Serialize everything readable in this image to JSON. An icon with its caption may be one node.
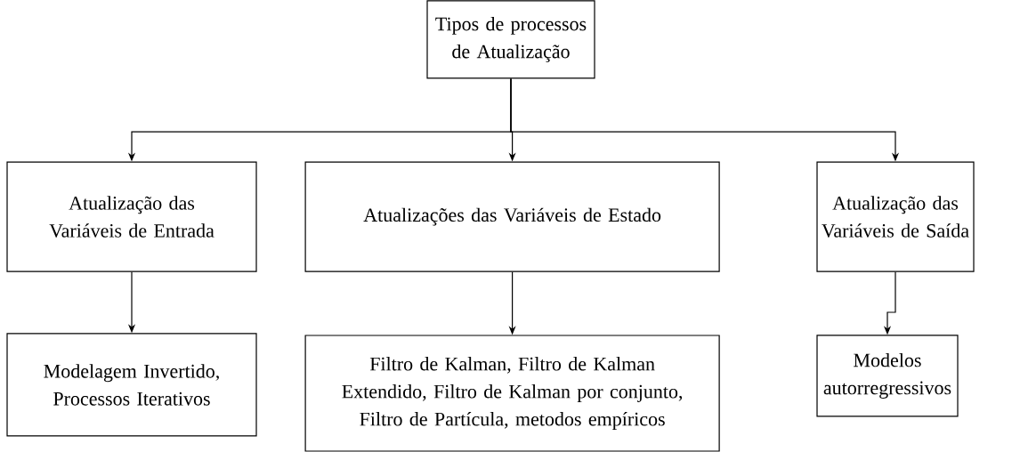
{
  "diagram": {
    "nodes": [
      {
        "text": [
          "Tipos de processos de Atualização"
        ]
      },
      {
        "text": [
          "Atualização das Variáveis de Entrada"
        ]
      },
      {
        "text": [
          "Atualizações das Variáveis de Estado"
        ]
      },
      {
        "text": [
          "Atualização das Variáveis de Saída"
        ]
      },
      {
        "text": [
          "Modelagem Invertido, Processos Iterativos"
        ]
      },
      {
        "text": [
          "Filtro de Kalman, Filtro de Kalman Extendido, Filtro de Kalman por conjunto, Filtro de Partícula, metodos empíricos"
        ]
      },
      {
        "text": [
          "Modelos autorregressivos"
        ]
      }
    ],
    "edges": [
      {
        "from": 0,
        "to": 1,
        "arrow": "to"
      },
      {
        "from": 0,
        "to": 2,
        "arrow": "to"
      },
      {
        "from": 0,
        "to": 3,
        "arrow": "to"
      },
      {
        "from": 1,
        "to": 4,
        "arrow": "to"
      },
      {
        "from": 2,
        "to": 5,
        "arrow": "to"
      },
      {
        "from": 3,
        "to": 6,
        "arrow": "to"
      }
    ]
  }
}
